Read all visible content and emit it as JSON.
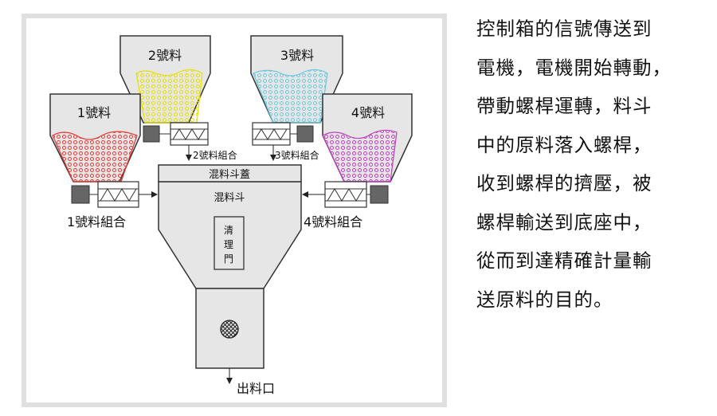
{
  "diagram": {
    "hopper_1_label": "1號料",
    "hopper_2_label": "2號料",
    "hopper_3_label": "3號料",
    "hopper_4_label": "4號料",
    "group_1_label": "1號料組合",
    "group_2_label": "2號料組合",
    "group_3_label": "3號料組合",
    "group_4_label": "4號料組合",
    "mixer_lid_label": "混料斗蓋",
    "mixer_label": "混料斗",
    "cleaning_door_chars": [
      "清",
      "理",
      "門"
    ],
    "outlet_label": "出料口",
    "colors": {
      "material_1": "#e53935",
      "material_2": "#e8e000",
      "material_3": "#6cc9dd",
      "material_4": "#c040c0",
      "body_fill": "#e6e6e6",
      "frame": "#e0e0e0"
    }
  },
  "caption": {
    "lines": [
      "控制箱的信號傳送到",
      "電機，電機開始轉動，",
      "帶動螺桿運轉，料斗",
      "中的原料落入螺桿，",
      "收到螺桿的擠壓，被",
      "螺桿輸送到底座中，",
      "從而到達精確計量輸",
      "送原料的目的。"
    ]
  }
}
